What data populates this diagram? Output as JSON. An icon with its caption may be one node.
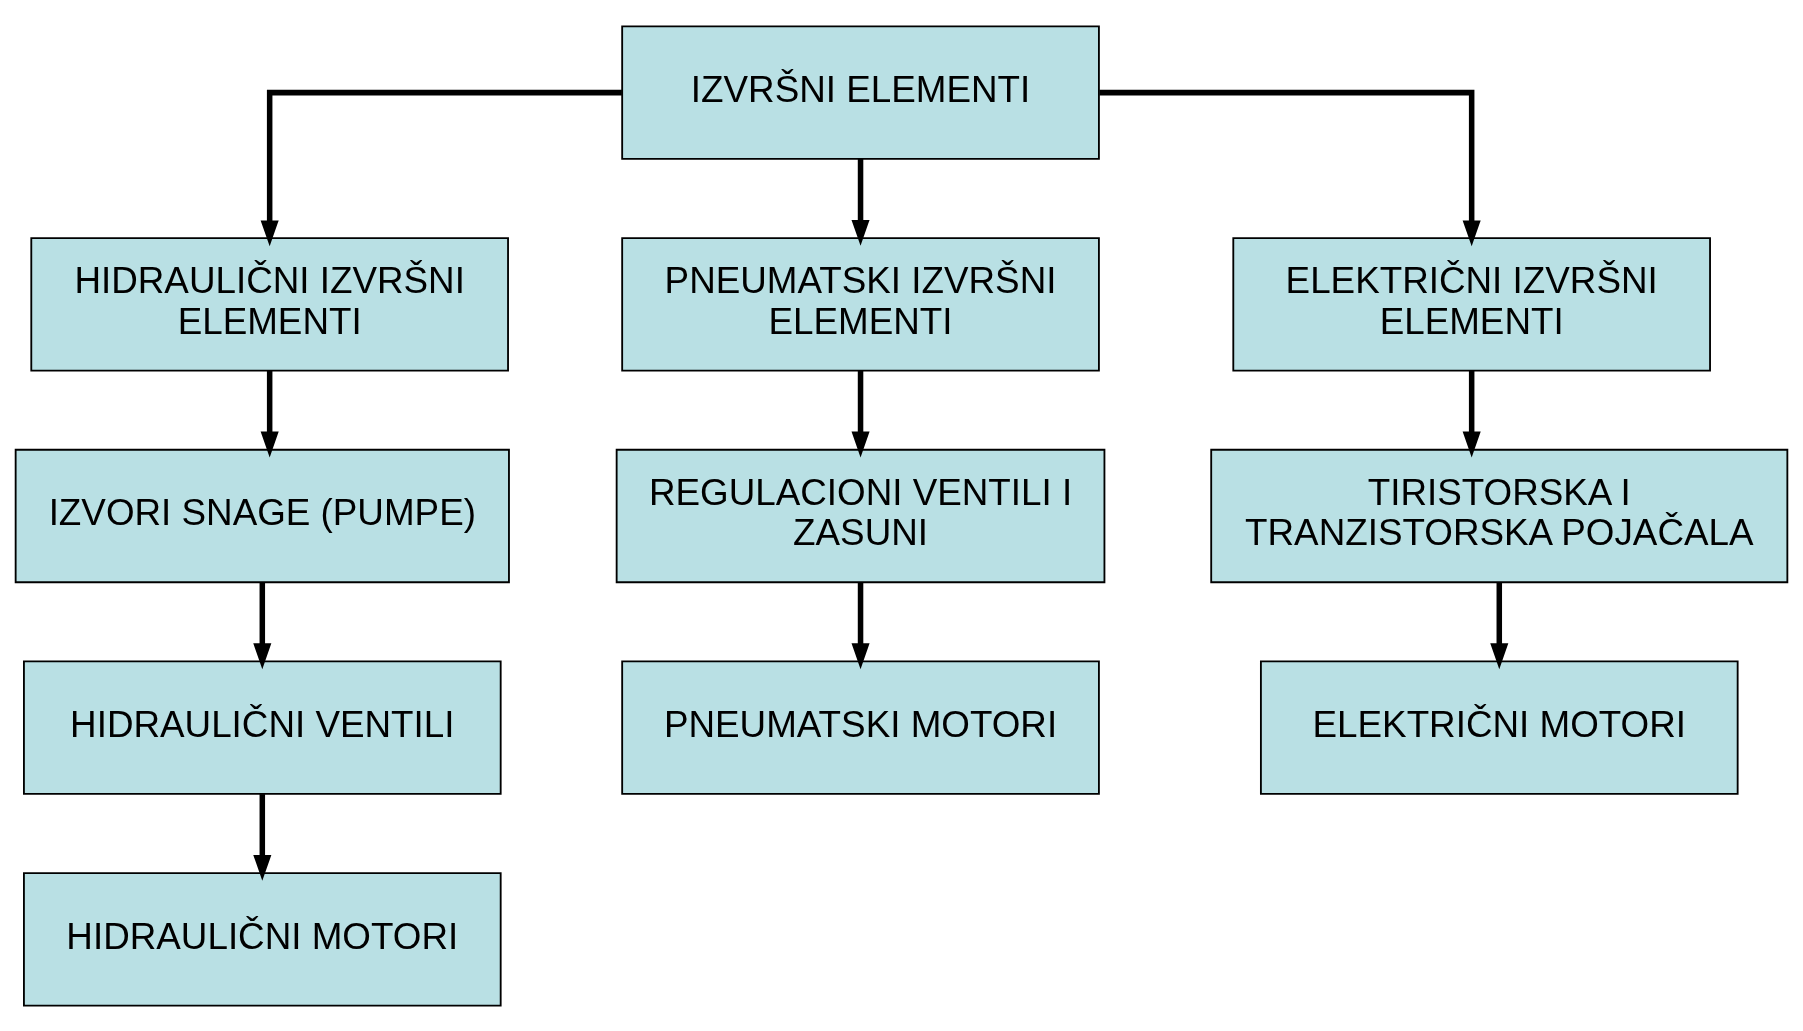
{
  "diagram": {
    "nodes": [
      {
        "text": [
          "IZVRŠNI ELEMENTI"
        ]
      },
      {
        "text": [
          "HIDRAULIČNI IZVRŠNI ELEMENTI"
        ]
      },
      {
        "text": [
          "PNEUMATSKI IZVRŠNI ELEMENTI"
        ]
      },
      {
        "text": [
          "ELEKTRIČNI IZVRŠNI ELEMENTI"
        ]
      },
      {
        "text": [
          "IZVORI SNAGE (PUMPE)"
        ]
      },
      {
        "text": [
          "REGULACIONI VENTILI I ZASUNI"
        ]
      },
      {
        "text": [
          "TIRISTORSKA I TRANZISTORSKA POJAČALA"
        ]
      },
      {
        "text": [
          "HIDRAULIČNI VENTILI"
        ]
      },
      {
        "text": [
          "PNEUMATSKI MOTORI"
        ]
      },
      {
        "text": [
          "ELEKTRIČNI MOTORI"
        ]
      },
      {
        "text": [
          "HIDRAULIČNI MOTORI"
        ]
      }
    ],
    "edges": [
      {
        "from": 0,
        "to": 1,
        "arrow": "to"
      },
      {
        "from": 0,
        "to": 2,
        "arrow": "to"
      },
      {
        "from": 0,
        "to": 3,
        "arrow": "to"
      },
      {
        "from": 1,
        "to": 4,
        "arrow": "to"
      },
      {
        "from": 2,
        "to": 5,
        "arrow": "to"
      },
      {
        "from": 3,
        "to": 6,
        "arrow": "to"
      },
      {
        "from": 4,
        "to": 7,
        "arrow": "to"
      },
      {
        "from": 5,
        "to": 8,
        "arrow": "to"
      },
      {
        "from": 6,
        "to": 9,
        "arrow": "to"
      },
      {
        "from": 7,
        "to": 10,
        "arrow": "to"
      }
    ]
  }
}
